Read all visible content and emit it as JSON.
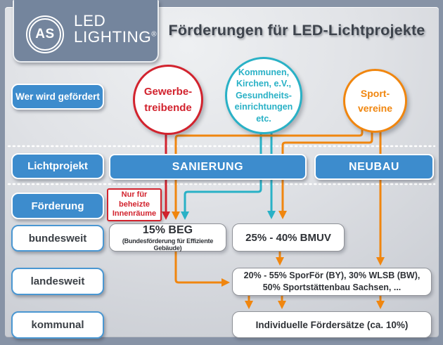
{
  "colors": {
    "red": "#d2232e",
    "teal": "#29b1c6",
    "orange": "#f0860f",
    "blue": "#3d8ccd",
    "frame": "#8793a6",
    "logo_bg": "#74859d"
  },
  "logo": {
    "emblem": "AS",
    "line1": "LED",
    "line2": "LIGHTING",
    "reg": "®"
  },
  "title": "Förderungen für LED-Lichtprojekte",
  "row_labels": {
    "who": "Wer wird gefördert",
    "project": "Lichtprojekt",
    "funding": "Förderung",
    "federal": "bundesweit",
    "state": "landesweit",
    "municipal": "kommunal"
  },
  "audiences": {
    "commercial": {
      "lines": [
        "Gewerbe-",
        "treibende"
      ]
    },
    "public": {
      "lines": [
        "Kommunen,",
        "Kirchen, e.V.,",
        "Gesundheits-",
        "einrichtungen",
        "etc."
      ]
    },
    "sports": {
      "lines": [
        "Sport-",
        "vereine"
      ]
    }
  },
  "projects": {
    "renovation": "SANIERUNG",
    "new_build": "NEUBAU"
  },
  "note": {
    "lines": [
      "Nur für",
      "beheizte",
      "Innenräume"
    ]
  },
  "results": {
    "beg_title": "15% BEG",
    "beg_subtitle": "(Bundesförderung für Effiziente Gebäude)",
    "bmuv": "25% - 40% BMUV",
    "state_line1": "20% - 55% SporFör (BY), 30% WLSB (BW),",
    "state_line2": "50% Sportstättenbau Sachsen, ...",
    "municipal": "Individuelle Fördersätze (ca. 10%)"
  }
}
